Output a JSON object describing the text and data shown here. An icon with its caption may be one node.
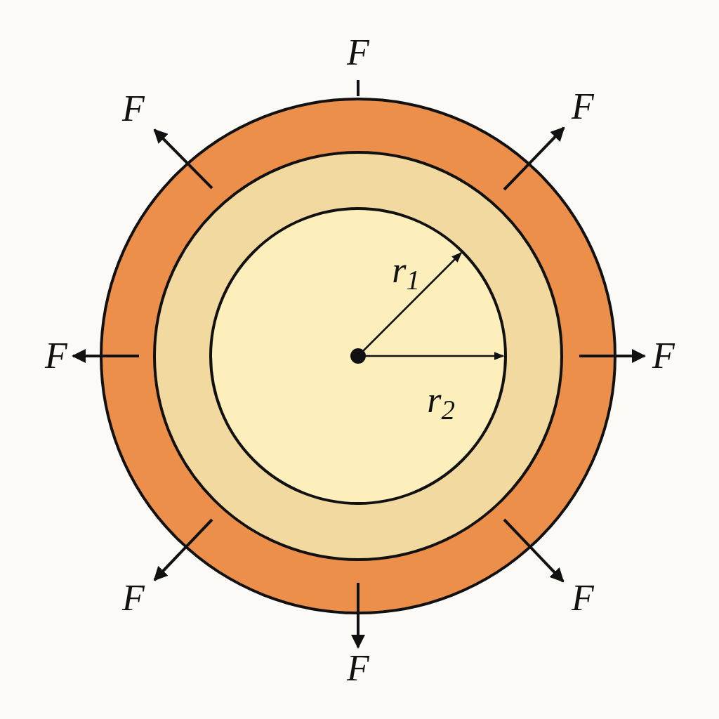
{
  "diagram": {
    "labels": [
      "F",
      "F",
      "F",
      "r$_{1}$",
      "F",
      "F",
      "r$_{2}$",
      "F",
      "F",
      "F"
    ]
  }
}
